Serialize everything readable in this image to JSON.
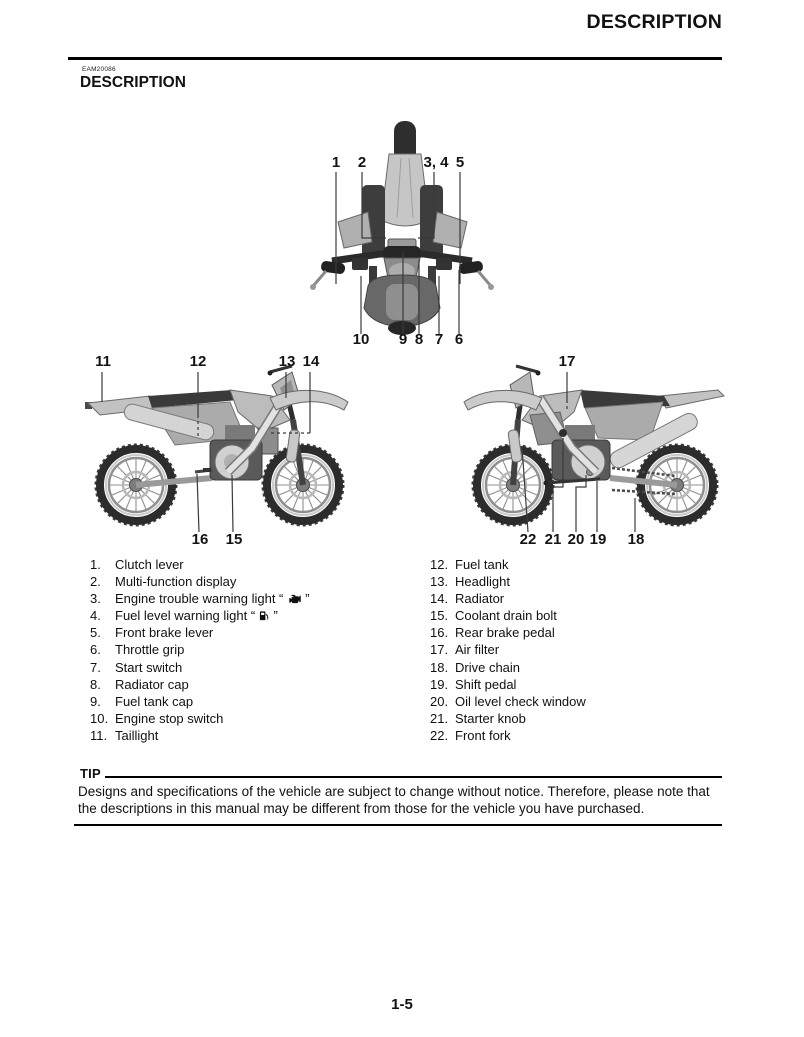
{
  "page": {
    "header_title": "DESCRIPTION",
    "section_code": "EAM20086",
    "section_title": "DESCRIPTION",
    "page_number": "1-5"
  },
  "figures": {
    "front": {
      "name": "motorcycle-front-view",
      "callouts": {
        "c1": "1",
        "c2": "2",
        "c34": "3, 4",
        "c5": "5",
        "c10": "10",
        "c9": "9",
        "c8": "8",
        "c7": "7",
        "c6": "6"
      }
    },
    "left_side": {
      "name": "motorcycle-left-side-view",
      "callouts": {
        "c11": "11",
        "c12": "12",
        "c13": "13",
        "c14": "14",
        "c16": "16",
        "c15": "15"
      }
    },
    "right_side": {
      "name": "motorcycle-right-side-view",
      "callouts": {
        "c17": "17",
        "c22": "22",
        "c21": "21",
        "c20": "20",
        "c19": "19",
        "c18": "18"
      }
    }
  },
  "parts_list": {
    "left": [
      {
        "num": "1.",
        "label": "Clutch lever"
      },
      {
        "num": "2.",
        "label": "Multi-function display"
      },
      {
        "num": "3.",
        "label_before": "Engine trouble warning light “",
        "icon": "engine-warning",
        "label_after": "”"
      },
      {
        "num": "4.",
        "label_before": "Fuel level warning light “",
        "icon": "fuel-warning",
        "label_after": "”"
      },
      {
        "num": "5.",
        "label": "Front brake lever"
      },
      {
        "num": "6.",
        "label": "Throttle grip"
      },
      {
        "num": "7.",
        "label": "Start switch"
      },
      {
        "num": "8.",
        "label": "Radiator cap"
      },
      {
        "num": "9.",
        "label": "Fuel tank cap"
      },
      {
        "num": "10.",
        "label": "Engine stop switch"
      },
      {
        "num": "11.",
        "label": "Taillight"
      }
    ],
    "right": [
      {
        "num": "12.",
        "label": "Fuel tank"
      },
      {
        "num": "13.",
        "label": "Headlight"
      },
      {
        "num": "14.",
        "label": "Radiator"
      },
      {
        "num": "15.",
        "label": "Coolant drain bolt"
      },
      {
        "num": "16.",
        "label": "Rear brake pedal"
      },
      {
        "num": "17.",
        "label": "Air filter"
      },
      {
        "num": "18.",
        "label": "Drive chain"
      },
      {
        "num": "19.",
        "label": "Shift pedal"
      },
      {
        "num": "20.",
        "label": "Oil level check window"
      },
      {
        "num": "21.",
        "label": "Starter knob"
      },
      {
        "num": "22.",
        "label": "Front fork"
      }
    ]
  },
  "tip": {
    "heading": "TIP",
    "body": "Designs and specifications of the vehicle are subject to change without notice. Therefore, please note that the descriptions in this manual may be different from those for the vehicle you have purchased."
  }
}
